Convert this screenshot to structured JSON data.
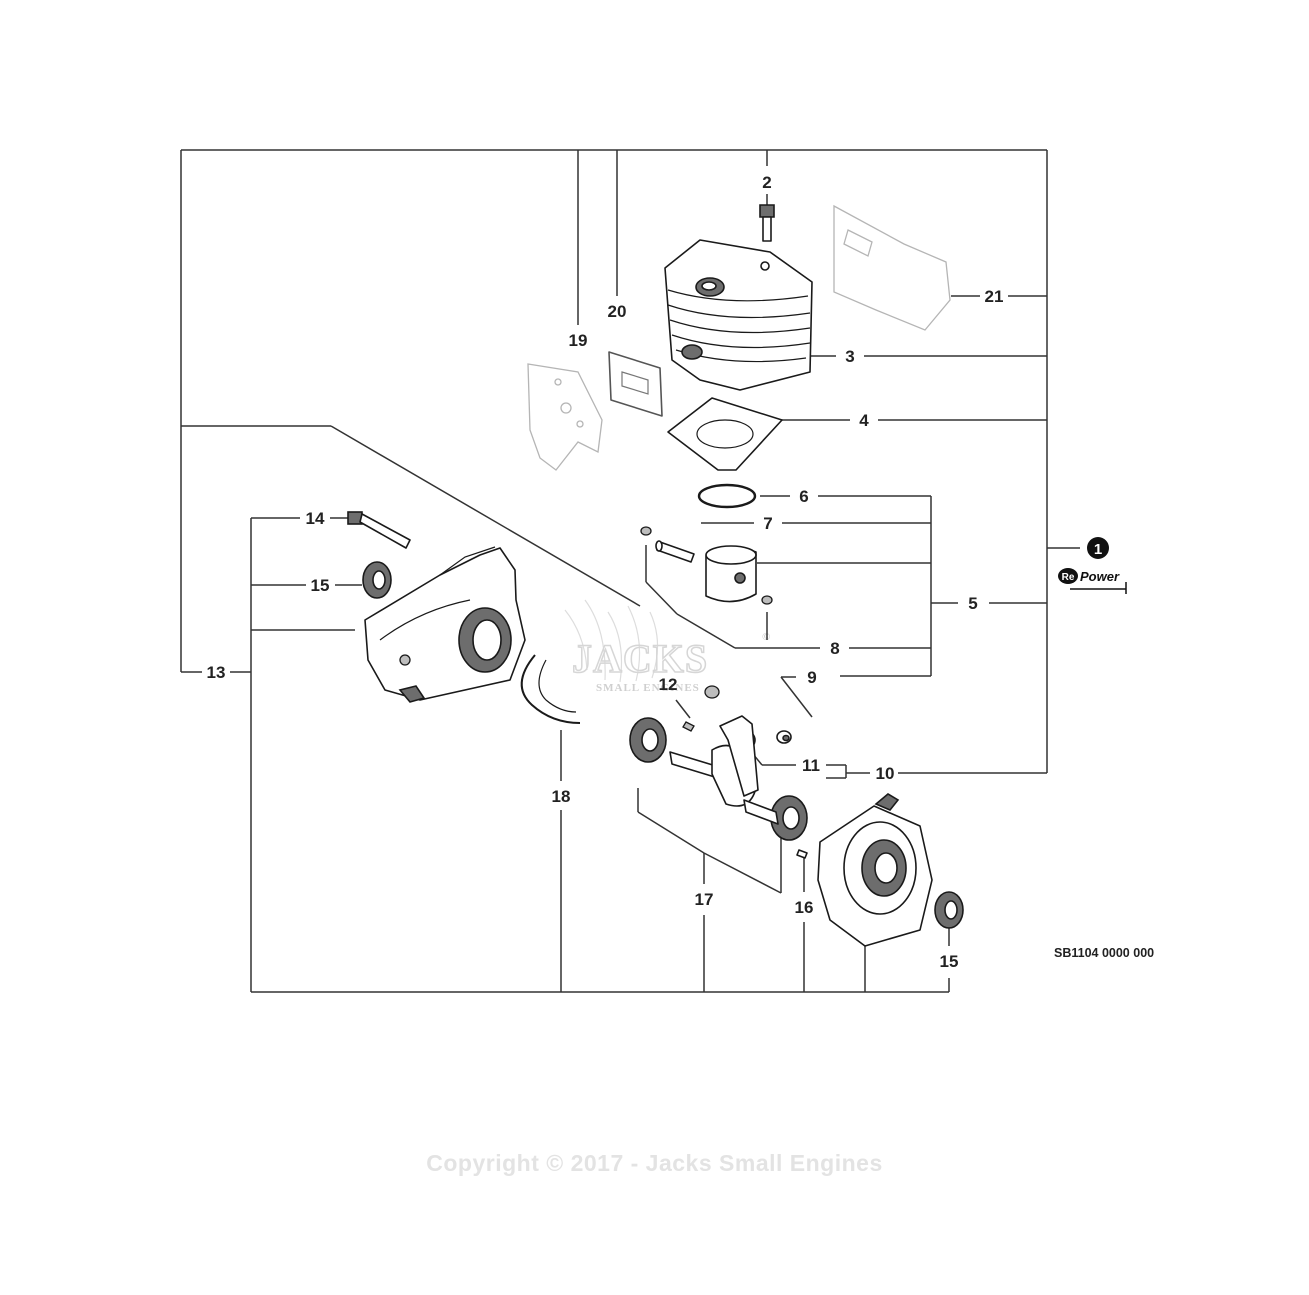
{
  "diagram": {
    "callouts": {
      "c1": "1",
      "c2": "2",
      "c3": "3",
      "c4": "4",
      "c5": "5",
      "c6": "6",
      "c7": "7",
      "c8": "8",
      "c9": "9",
      "c10": "10",
      "c11": "11",
      "c12": "12",
      "c13": "13",
      "c14": "14",
      "c15a": "15",
      "c15b": "15",
      "c16": "16",
      "c17": "17",
      "c18": "18",
      "c19": "19",
      "c20": "20",
      "c21": "21"
    },
    "reference_code": "SB1104 0000 000",
    "repower_badge": {
      "re": "Re",
      "power": "Power"
    },
    "watermark": {
      "brand": "JACKS",
      "registered": "©",
      "tagline": "SMALL ENGINES"
    },
    "copyright": "Copyright © 2017 - Jacks Small Engines"
  }
}
